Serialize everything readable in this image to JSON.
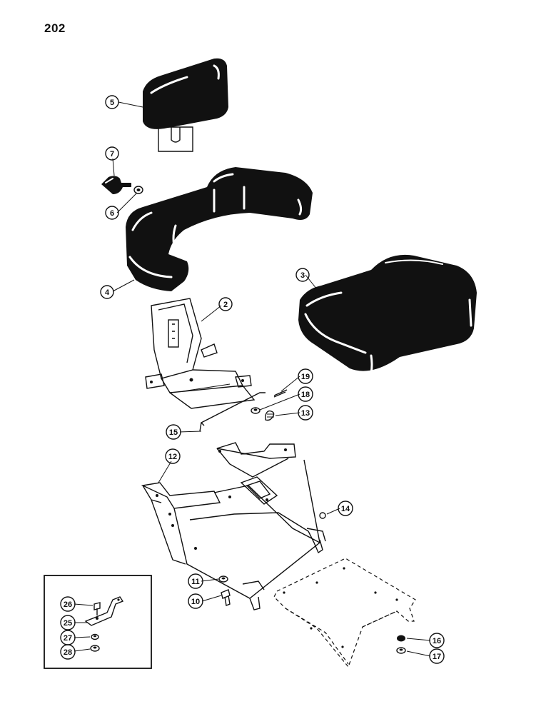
{
  "page_number": "202",
  "callouts": {
    "c2": "2",
    "c3": "3",
    "c4": "4",
    "c5": "5",
    "c6": "6",
    "c7": "7",
    "c10": "10",
    "c11": "11",
    "c12": "12",
    "c13": "13",
    "c14": "14",
    "c15": "15",
    "c16": "16",
    "c17": "17",
    "c18": "18",
    "c19": "19",
    "c25": "25",
    "c26": "26",
    "c27": "27",
    "c28": "28"
  },
  "colors": {
    "ink": "#111111",
    "paper": "#ffffff"
  }
}
